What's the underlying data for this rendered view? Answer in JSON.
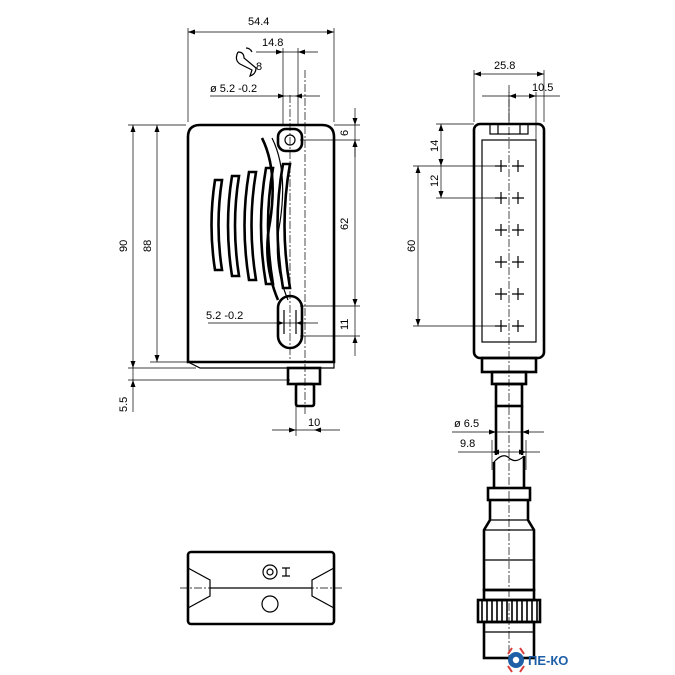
{
  "dimensions": {
    "total_width": "54.4",
    "wrench_pitch": "14.8",
    "wrench_size": "8",
    "hole_top": "ø 5.2 -0.2",
    "hole_bottom": "5.2 -0.2",
    "h_6": "6",
    "h_62": "62",
    "h_11": "11",
    "h_90": "90",
    "h_88": "88",
    "h_5_5": "5.5",
    "w_10": "10",
    "side_25_8": "25.8",
    "side_10_5": "10.5",
    "side_14": "14",
    "side_12": "12",
    "side_60": "60",
    "cable_dia": "ø 6.5",
    "connector_9_8": "9.8"
  },
  "logo": {
    "text": "ПЕ-КО"
  },
  "colors": {
    "line": "#000000",
    "logo": "#1e5fa8"
  }
}
